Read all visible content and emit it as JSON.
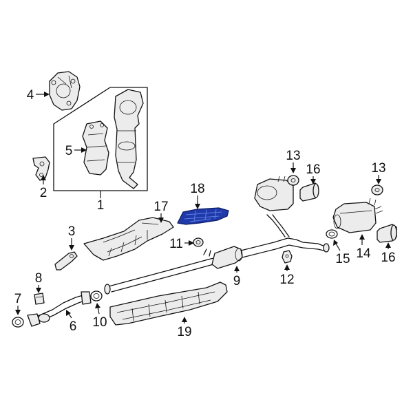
{
  "diagram": {
    "highlight_color": "#1f3aa8",
    "callouts": [
      {
        "id": "1",
        "text": "1"
      },
      {
        "id": "2",
        "text": "2"
      },
      {
        "id": "3",
        "text": "3"
      },
      {
        "id": "4",
        "text": "4"
      },
      {
        "id": "5",
        "text": "5"
      },
      {
        "id": "6",
        "text": "6"
      },
      {
        "id": "7",
        "text": "7"
      },
      {
        "id": "8",
        "text": "8"
      },
      {
        "id": "9",
        "text": "9"
      },
      {
        "id": "10",
        "text": "10"
      },
      {
        "id": "11",
        "text": "11"
      },
      {
        "id": "12",
        "text": "12"
      },
      {
        "id": "13a",
        "text": "13"
      },
      {
        "id": "13b",
        "text": "13"
      },
      {
        "id": "14",
        "text": "14"
      },
      {
        "id": "15",
        "text": "15"
      },
      {
        "id": "16a",
        "text": "16"
      },
      {
        "id": "16b",
        "text": "16"
      },
      {
        "id": "17",
        "text": "17"
      },
      {
        "id": "18",
        "text": "18"
      },
      {
        "id": "19",
        "text": "19"
      }
    ]
  }
}
